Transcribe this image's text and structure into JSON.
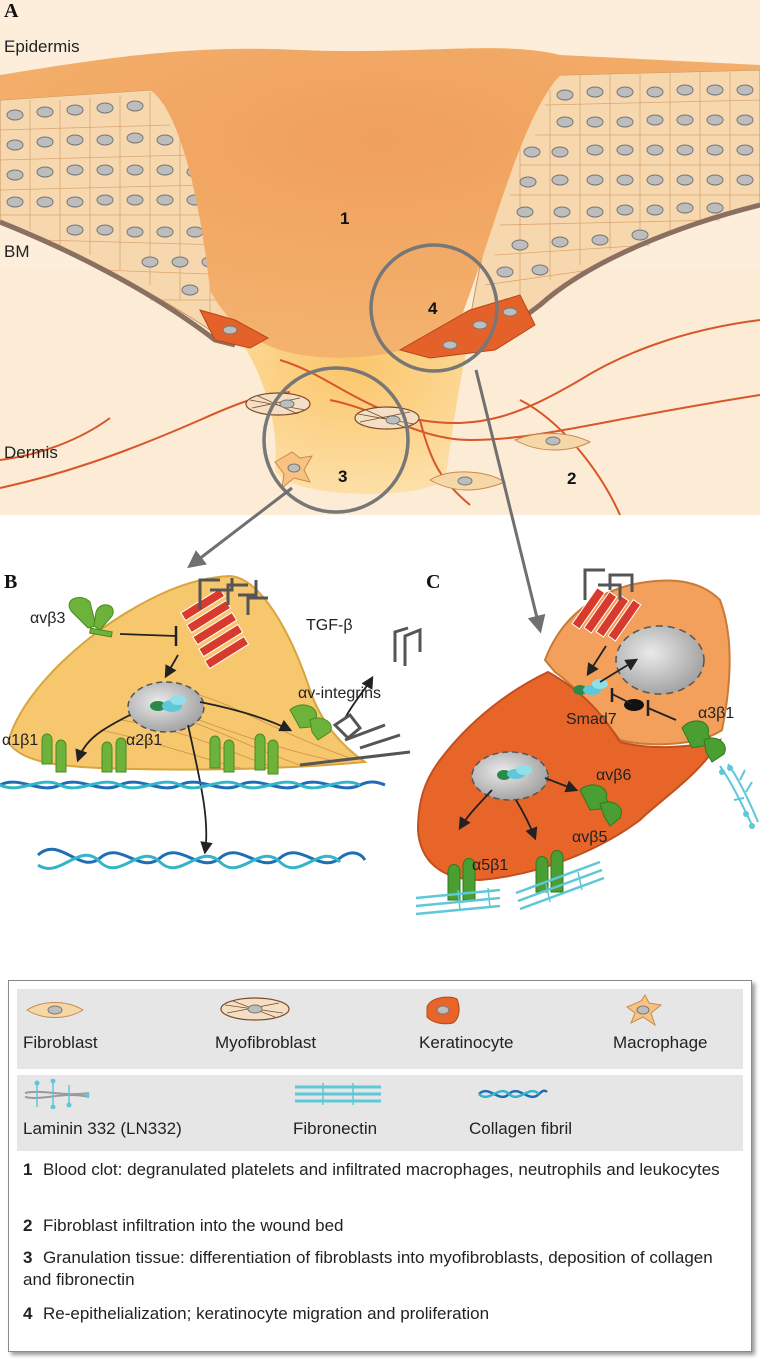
{
  "panels": {
    "a": "A",
    "b": "B",
    "c": "C"
  },
  "diagram_labels": {
    "epidermis": "Epidermis",
    "bm": "BM",
    "dermis": "Dermis",
    "n1": "1",
    "n2": "2",
    "n3": "3",
    "n4": "4",
    "avb3": "αvβ3",
    "tgfb": "TGF-β",
    "av_integrins": "αv-integrins",
    "a1b1": "α1β1",
    "a2b1": "α2β1",
    "smad7": "Smad7",
    "a3b1": "α3β1",
    "avb6": "αvβ6",
    "avb5": "αvβ5",
    "a5b1": "α5β1"
  },
  "legend": {
    "cells": [
      "Fibroblast",
      "Myofibroblast",
      "Keratinocyte",
      "Macrophage"
    ],
    "matrix": [
      "Laminin 332 (LN332)",
      "Fibronectin",
      "Collagen fibril"
    ],
    "notes": [
      {
        "num": "1",
        "text": "Blood clot: degranulated platelets and infiltrated macrophages, neutrophils and leukocytes"
      },
      {
        "num": "2",
        "text": "Fibroblast infiltration into the wound bed"
      },
      {
        "num": "3",
        "text": "Granulation tissue: differentiation of fibroblasts into myofibroblasts, deposition of collagen and fibronectin"
      },
      {
        "num": "4",
        "text": "Re-epithelialization; keratinocyte migration and proliferation"
      }
    ]
  },
  "colors": {
    "clot": "#f2a765",
    "epidermis": "#f8dbb3",
    "dermis": "#fcecd8",
    "keratinocyte_front": "#e8652a",
    "integrin_green": "#5aa52e",
    "receptor_red": "#d93a2e"
  }
}
